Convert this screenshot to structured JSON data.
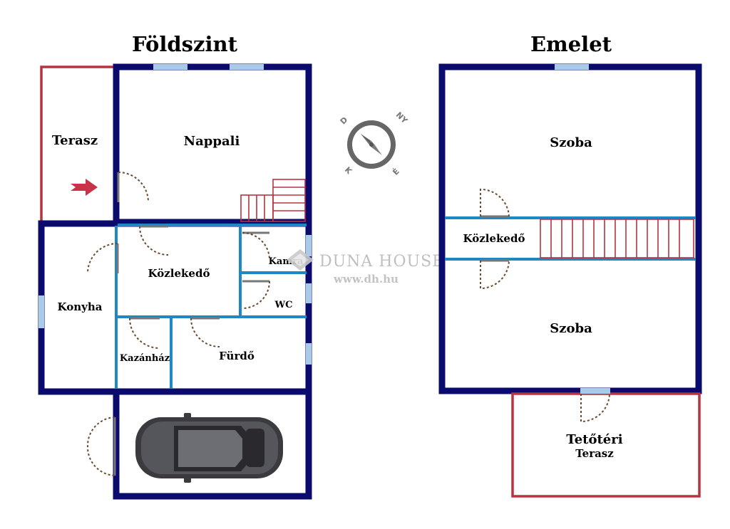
{
  "floors": {
    "ground": {
      "title": "Földszint",
      "rooms": {
        "terrace": "Terasz",
        "living": "Nappali",
        "kitchen": "Konyha",
        "corridor": "Közlekedő",
        "pantry": "Kamra",
        "wc": "WC",
        "boiler": "Kazánház",
        "bathroom": "Fürdő"
      }
    },
    "upper": {
      "title": "Emelet",
      "rooms": {
        "room_top": "Szoba",
        "corridor": "Közlekedő",
        "room_bottom": "Szoba",
        "attic_terrace_line1": "Tetőtéri",
        "attic_terrace_line2": "Terasz"
      }
    }
  },
  "compass": {
    "labels": [
      "D",
      "NY",
      "K",
      "É"
    ]
  },
  "watermark": {
    "brand": "DUNA HOUSE",
    "url": "www.dh.hu"
  },
  "colors": {
    "outer_wall": "#0b0b6e",
    "inner_wall": "#1f87c3",
    "terrace_outline": "#b8333d",
    "window": "#a9cbe8",
    "entry_arrow": "#c8334a"
  },
  "icons": [
    "compass-icon",
    "entry-arrow-icon",
    "car-icon",
    "duna-house-logo-icon"
  ]
}
